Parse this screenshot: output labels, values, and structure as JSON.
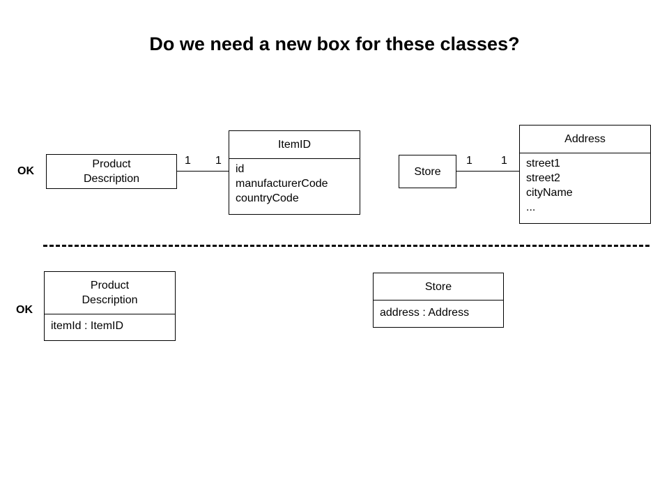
{
  "title": "Do we need a new box for these classes?",
  "ok_label": "OK",
  "top": {
    "product": {
      "name_line1": "Product",
      "name_line2": "Description"
    },
    "itemid": {
      "name": "ItemID",
      "attributes": [
        "id",
        "manufacturerCode",
        "countryCode"
      ]
    },
    "assoc1": {
      "left_mult": "1",
      "right_mult": "1"
    },
    "store": {
      "name": "Store"
    },
    "address": {
      "name": "Address",
      "attributes": [
        "street1",
        "street2",
        "cityName",
        "..."
      ]
    },
    "assoc2": {
      "left_mult": "1",
      "right_mult": "1"
    }
  },
  "bottom": {
    "product": {
      "name_line1": "Product",
      "name_line2": "Description",
      "attribute": "itemId : ItemID"
    },
    "store": {
      "name": "Store",
      "attribute": "address : Address"
    }
  }
}
